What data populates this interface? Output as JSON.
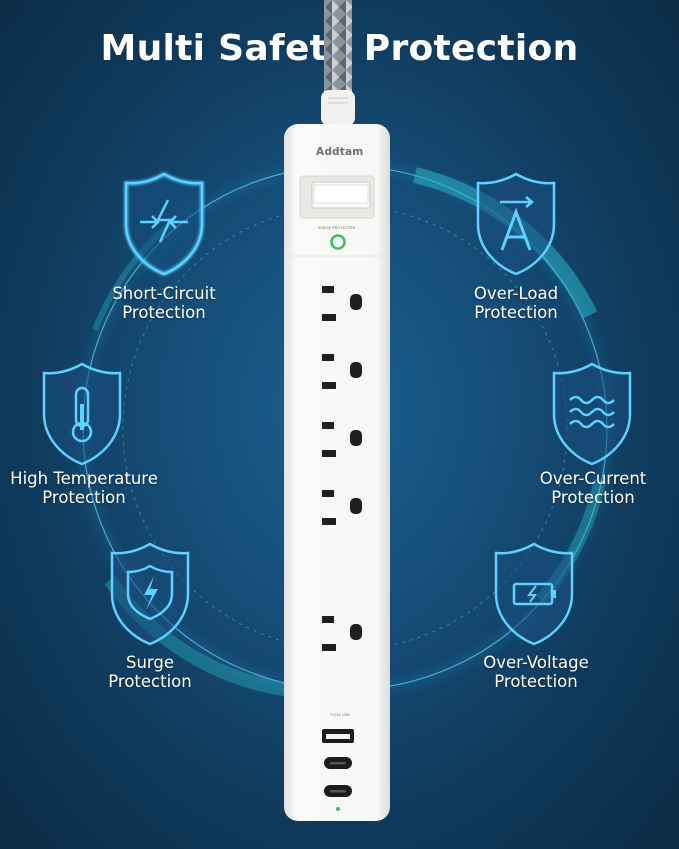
{
  "title": "Multi Safety Protection",
  "product": {
    "brand": "Addtam",
    "switch_label": "SURGE PROTECTED",
    "usb_label": "5V/3A 15W"
  },
  "features": {
    "short_circuit": {
      "line1": "Short-Circuit",
      "line2": "Protection",
      "icon": "lightning-arrows-icon"
    },
    "over_load": {
      "line1": "Over-Load",
      "line2": "Protection",
      "icon": "ampere-icon"
    },
    "high_temperature": {
      "line1": "High Temperature",
      "line2": "Protection",
      "icon": "thermometer-icon"
    },
    "over_current": {
      "line1": "Over-Current",
      "line2": "Protection",
      "icon": "waves-icon"
    },
    "surge": {
      "line1": "Surge",
      "line2": "Protection",
      "icon": "bolt-icon"
    },
    "over_voltage": {
      "line1": "Over-Voltage",
      "line2": "Protection",
      "icon": "battery-icon"
    }
  },
  "colors": {
    "background": "#154e78",
    "icon_glow": "#3fb6ff",
    "ring": "#2fa6d6",
    "strip": "#f7f7f5",
    "indicator": "#35c25a"
  }
}
